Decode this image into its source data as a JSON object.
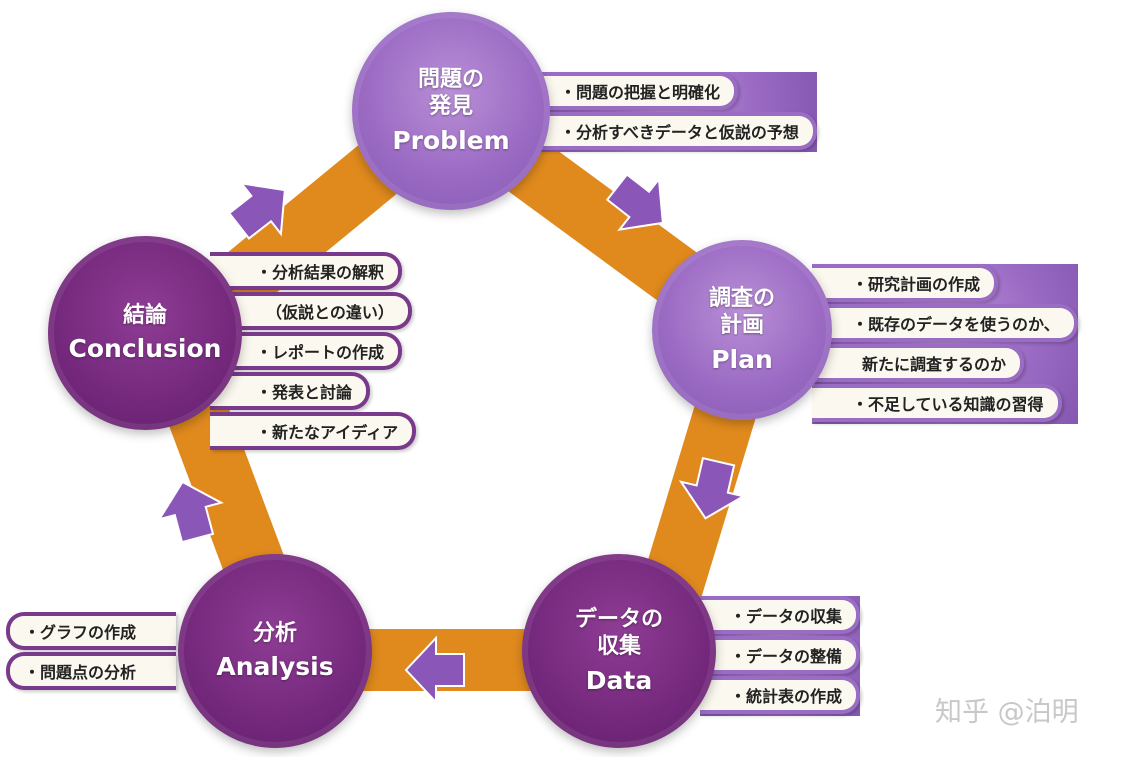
{
  "nodes": {
    "problem": {
      "jp": "問題の\n発見",
      "en": "Problem"
    },
    "plan": {
      "jp": "調査の\n計画",
      "en": "Plan"
    },
    "data": {
      "jp": "データの\n収集",
      "en": "Data"
    },
    "analysis": {
      "jp": "分析",
      "en": "Analysis"
    },
    "conclusion": {
      "jp": "結論",
      "en": "Conclusion"
    }
  },
  "callouts": {
    "problem": [
      "・問題の把握と明確化",
      "・分析すべきデータと仮説の予想"
    ],
    "plan": [
      "・研究計画の作成",
      "・既存のデータを使うのか、",
      "新たに調査するのか",
      "・不足している知識の習得"
    ],
    "data": [
      "・データの収集",
      "・データの整備",
      "・統計表の作成"
    ],
    "analysis": [
      "・グラフの作成",
      "・問題点の分析"
    ],
    "conclusion": [
      "・分析結果の解釈",
      "（仮説との違い）",
      "・レポートの作成",
      "・発表と討論",
      "・新たなアイディア"
    ]
  },
  "watermark": "知乎 @泊明",
  "colors": {
    "ring": "#e08a1e",
    "arrow": "#8a56b8",
    "node_light": "#9b6bc4",
    "node_dark": "#74287c"
  }
}
